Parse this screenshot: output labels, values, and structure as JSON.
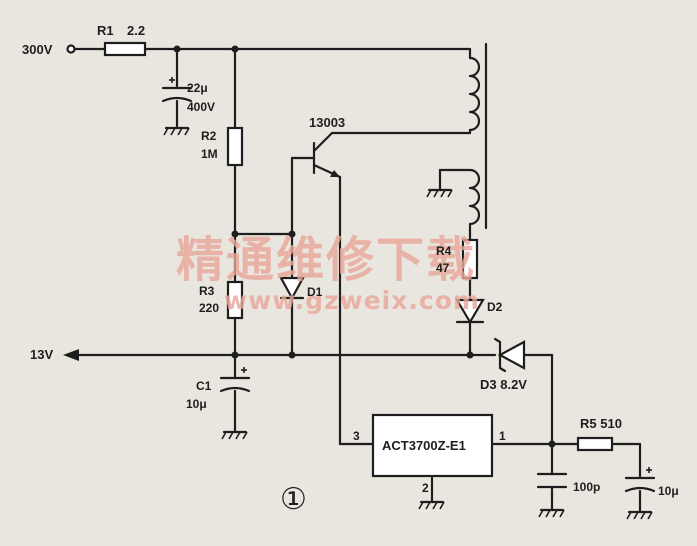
{
  "labels": {
    "input_voltage": "300V",
    "r1_name": "R1",
    "r1_value": "2.2",
    "cap_input_value": "22μ",
    "cap_input_voltage": "400V",
    "r2_name": "R2",
    "r2_value": "1M",
    "transistor": "13003",
    "r4_name": "R4",
    "r4_value": "47",
    "r3_name": "R3",
    "r3_value": "220",
    "d1_name": "D1",
    "d2_name": "D2",
    "output_voltage": "13V",
    "d3_label": "D3 8.2V",
    "c1_name": "C1",
    "c1_value": "10μ",
    "ic_name": "ACT3700Z-E1",
    "ic_pin3": "3",
    "ic_pin1": "1",
    "ic_pin2": "2",
    "r5_label": "R5 510",
    "cap_100p": "100p",
    "cap_out_value": "10μ",
    "figure_number": "①"
  },
  "watermark": {
    "chinese": "精通维修下载",
    "url": "www.gzweix.com",
    "color": "#e8a79a"
  }
}
